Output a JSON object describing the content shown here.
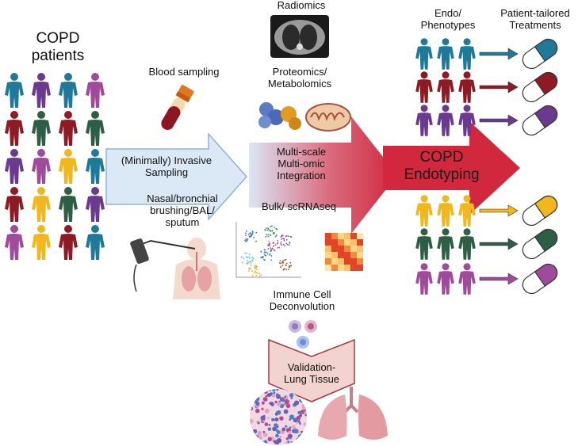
{
  "left": {
    "title_line1": "COPD",
    "title_line2": "patients"
  },
  "inputs": {
    "blood": "Blood sampling",
    "nasal_line1": "Nasal/bronchial",
    "nasal_line2": "brushing/BAL/",
    "nasal_line3": "sputum",
    "sampling_line1": "(Minimally) Invasive",
    "sampling_line2": "Sampling"
  },
  "omics": {
    "radiomics": "Radiomics",
    "proteomics_line1": "Proteomics/",
    "proteomics_line2": "Metabolomics",
    "integration_line1": "Multi-scale",
    "integration_line2": "Multi-omic",
    "integration_line3": "Integration",
    "bulk": "Bulk/ scRNAseq",
    "immune_line1": "Immune Cell",
    "immune_line2": "Deconvolution",
    "validation_line1": "Validation-",
    "validation_line2": "Lung Tissue"
  },
  "right": {
    "endo_line1": "Endo/",
    "endo_line2": "Phenotypes",
    "treat_line1": "Patient-tailored",
    "treat_line2": "Treatments",
    "endotyping_line1": "COPD",
    "endotyping_line2": "Endotyping"
  },
  "colors": {
    "teal": "#1f7a99",
    "purple": "#6a3a8e",
    "magenta": "#a04a9c",
    "darkred": "#8e1b24",
    "darkgreen": "#2f5e46",
    "yellow": "#f0b81c",
    "arrow_blue": "#d9e7f5",
    "arrow_red": "#d1283d"
  }
}
